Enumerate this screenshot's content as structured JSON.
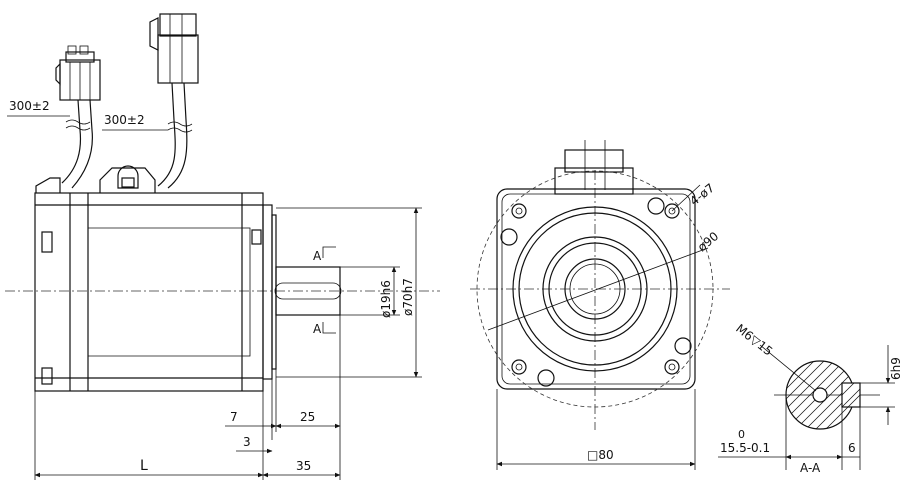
{
  "cable_left": "300±2",
  "cable_right": "300±2",
  "section_mark_top": "A",
  "section_mark_bottom": "A",
  "dia_shaft": "ø19h6",
  "dia_pilot": "ø70h7",
  "dim_7": "7",
  "dim_25": "25",
  "dim_3": "3",
  "dim_L": "L",
  "dim_35": "35",
  "holes": "4-ø7",
  "pcd": "ø90",
  "flange": "□80",
  "thread": "M6▽15",
  "key_width": "6h9",
  "key_depth_tol": "0",
  "key_depth": "15.5-0.1",
  "section_name": "A-A",
  "key_dim": "6"
}
